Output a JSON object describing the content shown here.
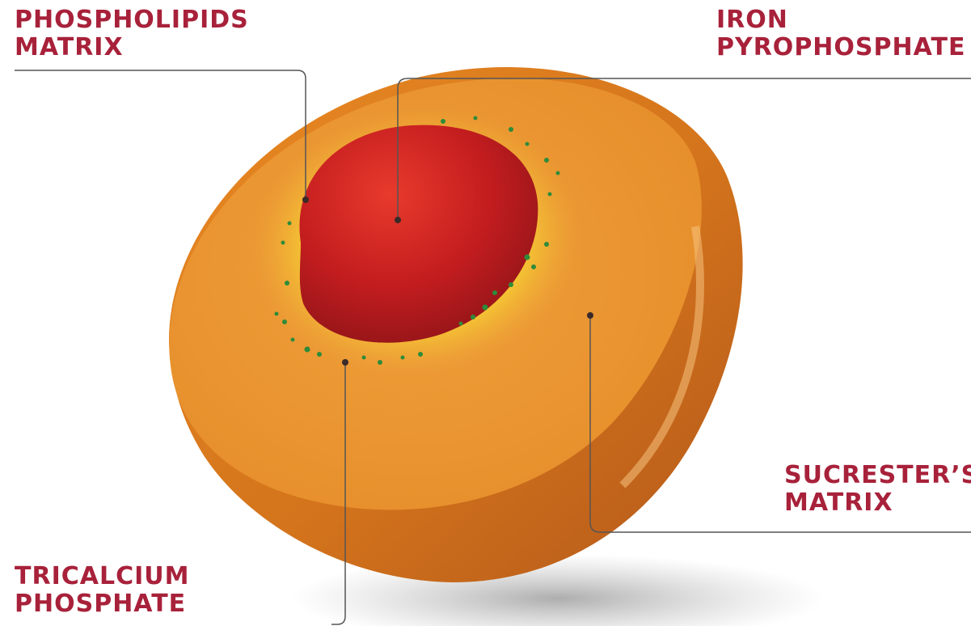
{
  "labels": {
    "phospholipids": {
      "line1": "PHOSPHOLIPIDS",
      "line2": "MATRIX"
    },
    "iron": {
      "line1": "IRON",
      "line2": "PYROPHOSPHATE"
    },
    "sucrester": {
      "line1": "SUCRESTER’S",
      "line2": "MATRIX"
    },
    "tricalcium": {
      "line1": "TRICALCIUM",
      "line2": "PHOSPHATE"
    }
  },
  "colors": {
    "label_text": "#a8213a",
    "leader_line": "#555555",
    "outer_shell": "#e8922e",
    "inner_glow": "#f5d22a",
    "core": "#c81e24",
    "granules": "#2e8b3a"
  }
}
